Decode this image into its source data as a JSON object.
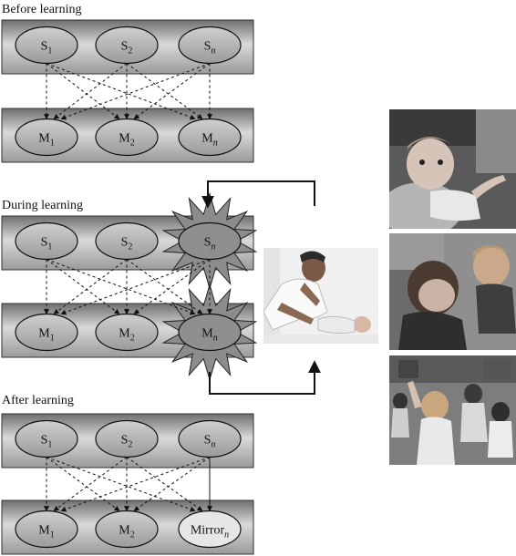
{
  "sections": [
    {
      "id": "before",
      "title": "Before learning",
      "sensory_nodes": [
        {
          "base": "S",
          "sub": "1"
        },
        {
          "base": "S",
          "sub": "2"
        },
        {
          "base": "S",
          "sub": "n"
        }
      ],
      "motor_nodes": [
        {
          "base": "M",
          "sub": "1"
        },
        {
          "base": "M",
          "sub": "2"
        },
        {
          "base": "M",
          "sub": "n"
        }
      ]
    },
    {
      "id": "during",
      "title": "During learning",
      "sensory_nodes": [
        {
          "base": "S",
          "sub": "1"
        },
        {
          "base": "S",
          "sub": "2"
        },
        {
          "base": "S",
          "sub": "n"
        }
      ],
      "motor_nodes": [
        {
          "base": "M",
          "sub": "1"
        },
        {
          "base": "M",
          "sub": "2"
        },
        {
          "base": "M",
          "sub": "n"
        }
      ]
    },
    {
      "id": "after",
      "title": "After learning",
      "sensory_nodes": [
        {
          "base": "S",
          "sub": "1"
        },
        {
          "base": "S",
          "sub": "2"
        },
        {
          "base": "S",
          "sub": "n"
        }
      ],
      "motor_nodes": [
        {
          "base": "M",
          "sub": "1"
        },
        {
          "base": "M",
          "sub": "2"
        },
        {
          "base": "Mirror",
          "sub": "n"
        }
      ]
    }
  ],
  "photos": [
    "infant-reaching-photo",
    "toddlers-mirror-photo",
    "children-group-imitation-photo"
  ],
  "center_photo": "adult-imitating-infant-photo",
  "colors": {
    "band_dark": "#7c7c7c",
    "band_light": "#d6d6d6",
    "node_fill": "#a9a9a9",
    "star_fill": "#8a8a8a",
    "mirror_fill": "#e6e6e6",
    "stroke": "#111111"
  }
}
